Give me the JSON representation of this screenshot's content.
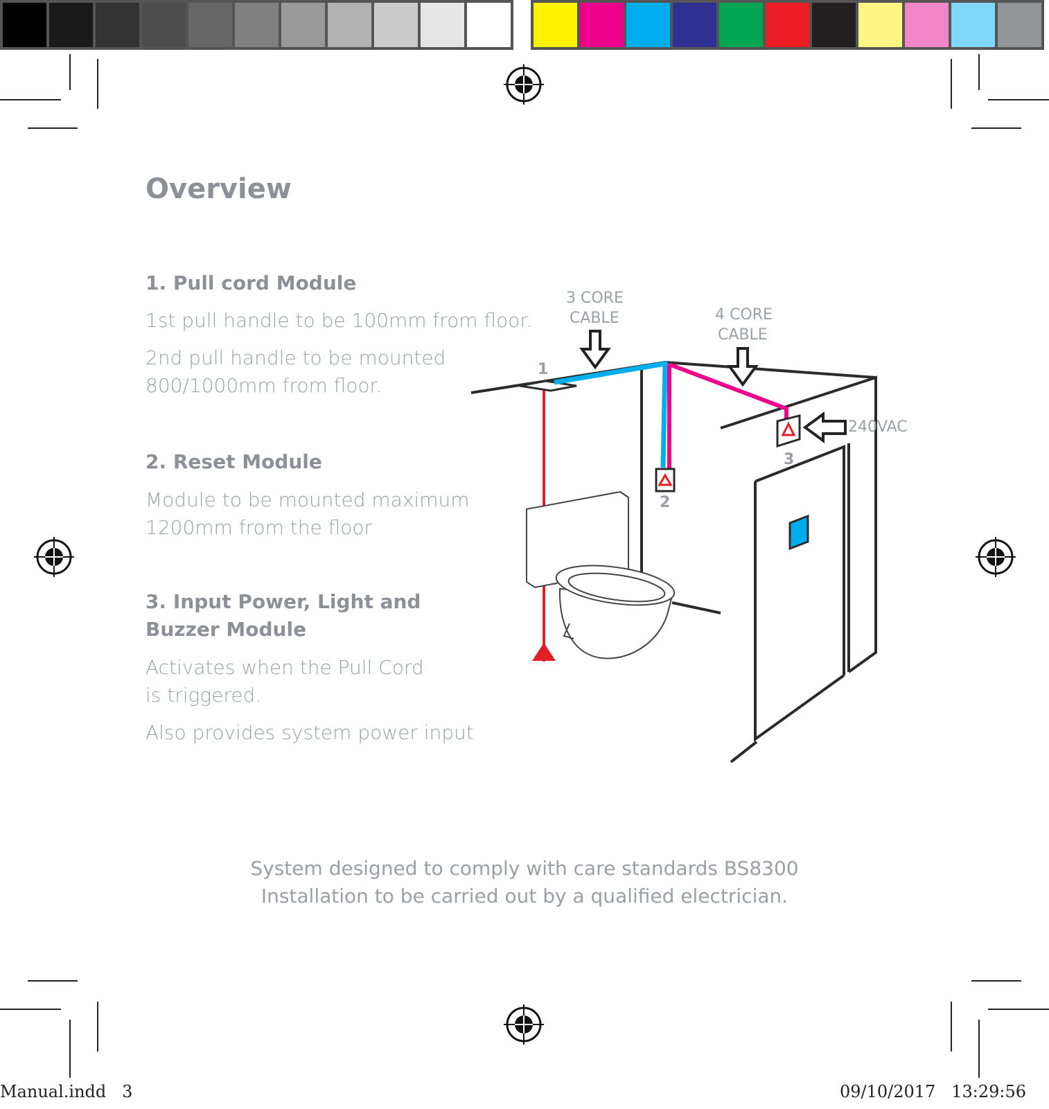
{
  "colors": {
    "grays": [
      "#000000",
      "#1a1a1a",
      "#333333",
      "#4d4d4d",
      "#666666",
      "#808080",
      "#999999",
      "#b3b3b3",
      "#cccccc",
      "#e6e6e6",
      "#ffffff"
    ],
    "process": [
      "#fff200",
      "#ec008c",
      "#00aeef",
      "#2e3192",
      "#00a651",
      "#ed1c24",
      "#231f20",
      "#fff582",
      "#f287c8",
      "#7fd8f8",
      "#939598"
    ],
    "cable_3_core": "#00aeef",
    "cable_4_core": "#ec008c",
    "pull_cord": "#e21e26",
    "text_gray": "#9aa0a6"
  },
  "page": {
    "title": "Overview"
  },
  "sections": [
    {
      "heading": "1. Pull cord Module",
      "paragraphs": [
        "1st pull handle to be 100mm from floor.",
        "2nd pull handle to be mounted",
        "800/1000mm from floor."
      ]
    },
    {
      "heading": "2. Reset Module",
      "paragraphs": [
        "Module to be mounted maximum",
        "1200mm from the floor"
      ]
    },
    {
      "heading_line1": "3. Input Power, Light and",
      "heading_line2": "Buzzer Module",
      "paragraphs": [
        "Activates when the Pull Cord",
        "is triggered.",
        "Also provides system power input"
      ]
    }
  ],
  "diagram": {
    "label_3core_line1": "3 CORE",
    "label_3core_line2": "CABLE",
    "label_4core_line1": "4 CORE",
    "label_4core_line2": "CABLE",
    "label_power": "240VAC",
    "marker_1": "1",
    "marker_2": "2",
    "marker_3": "3",
    "icons": [
      "arrow-down-icon",
      "arrow-left-icon",
      "warning-triangle-icon",
      "toilet-icon",
      "registration-mark-icon"
    ]
  },
  "footer": {
    "line1": "System designed to comply with care standards BS8300",
    "line2": "Installation to be carried out by a qualified electrician."
  },
  "slug": {
    "file": "Manual.indd   3",
    "datetime": "09/10/2017   13:29:56"
  }
}
